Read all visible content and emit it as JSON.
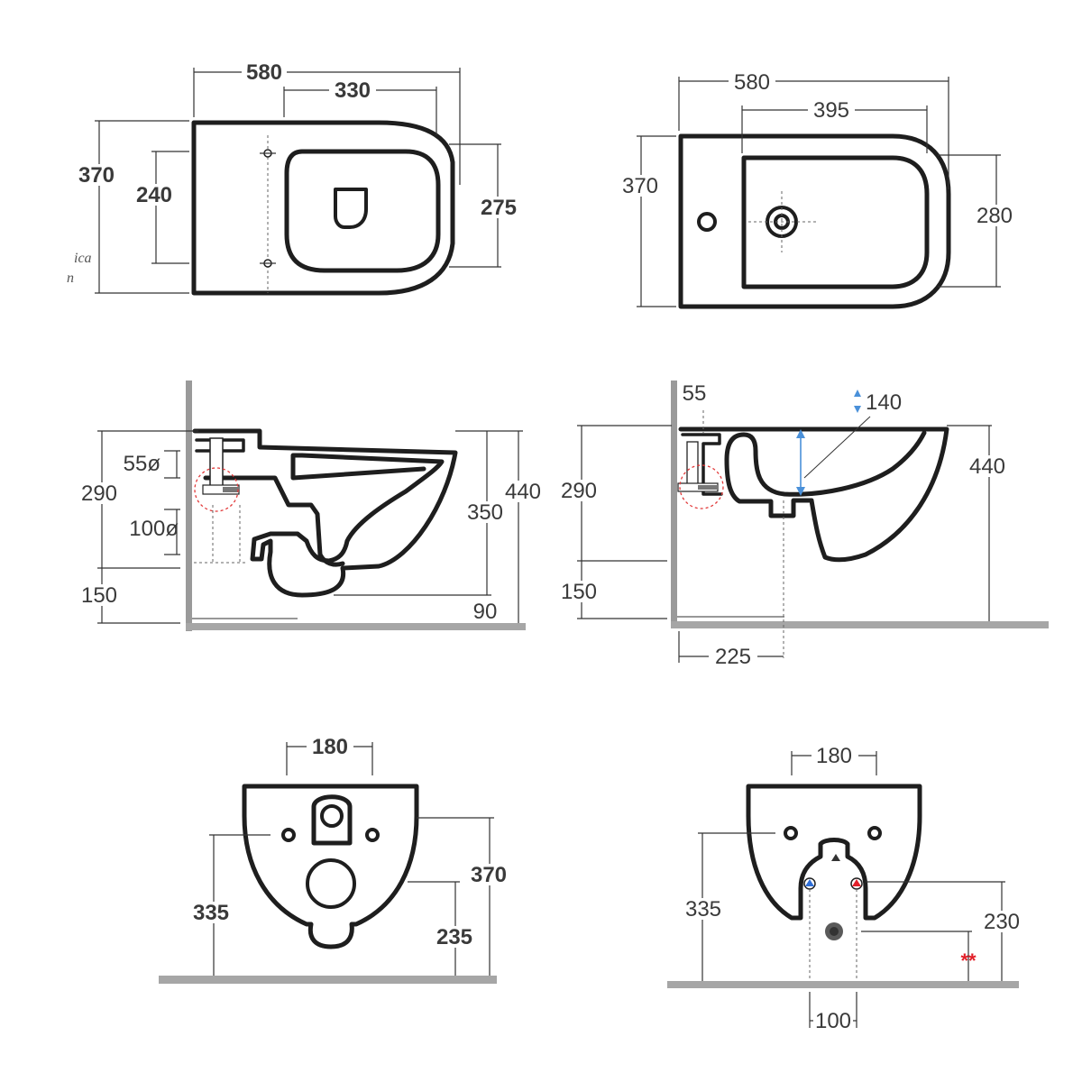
{
  "wc_top": {
    "dims": {
      "overall_length": "580",
      "seat_length": "330",
      "width": "370",
      "fixing_spacing": "240",
      "seat_width": "275"
    },
    "cut_text": {
      "line1": "ica",
      "line2": "n"
    }
  },
  "bidet_top": {
    "dims": {
      "overall_length": "580",
      "bowl_length": "395",
      "width": "370",
      "bowl_width": "280"
    }
  },
  "wc_side": {
    "dims": {
      "drain_diameter": "55ø",
      "outlet_diameter": "100ø",
      "inlet_height": "290",
      "outlet_height": "150",
      "rim_to_outlet": "350",
      "rim_height": "440",
      "outlet_projection": "90"
    }
  },
  "bidet_side": {
    "dims": {
      "wall_offset": "55",
      "rim_depth": "140",
      "inlet_height": "290",
      "drain_height": "150",
      "rim_height": "440",
      "drain_projection": "225"
    }
  },
  "wc_back": {
    "dims": {
      "fixing_spacing": "180",
      "fixing_height": "335",
      "overall_height": "370",
      "outlet_height": "235"
    }
  },
  "bidet_back": {
    "dims": {
      "fixing_spacing": "180",
      "fixing_height": "335",
      "supply_height": "230",
      "drain_spacing": "100"
    },
    "note_mark": "**",
    "colors": {
      "cold": "#2f6fd8",
      "hot": "#e2202a"
    }
  }
}
